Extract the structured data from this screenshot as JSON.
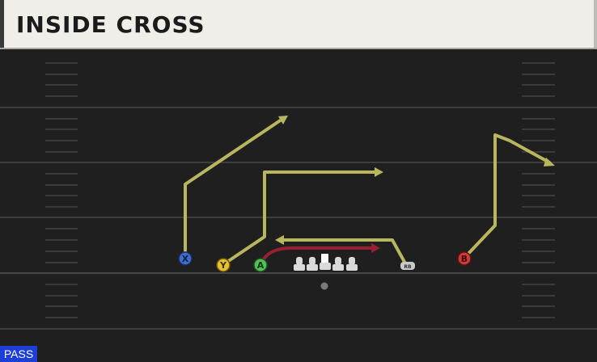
{
  "header": {
    "title": "INSIDE CROSS"
  },
  "mode_badge": {
    "label": "PASS"
  },
  "colors": {
    "field": "#1f1f1f",
    "yard_line": "#3d3d3d",
    "hash_mark": "#3a3a3a",
    "route": "#b9b75d",
    "motion_route": "#9a1f33",
    "x_receiver": "#3a6fd0",
    "y_receiver": "#e8c12e",
    "a_receiver": "#55c05a",
    "b_receiver": "#d23a3a",
    "lineman": "#d9d9d9",
    "badge": "#1e3ed8"
  },
  "players": {
    "x": {
      "label": "X",
      "button": "x-button"
    },
    "y": {
      "label": "Y",
      "button": "y-button"
    },
    "a": {
      "label": "A",
      "button": "a-button"
    },
    "b": {
      "label": "B",
      "button": "b-button"
    },
    "rb": {
      "label": "RB"
    }
  }
}
